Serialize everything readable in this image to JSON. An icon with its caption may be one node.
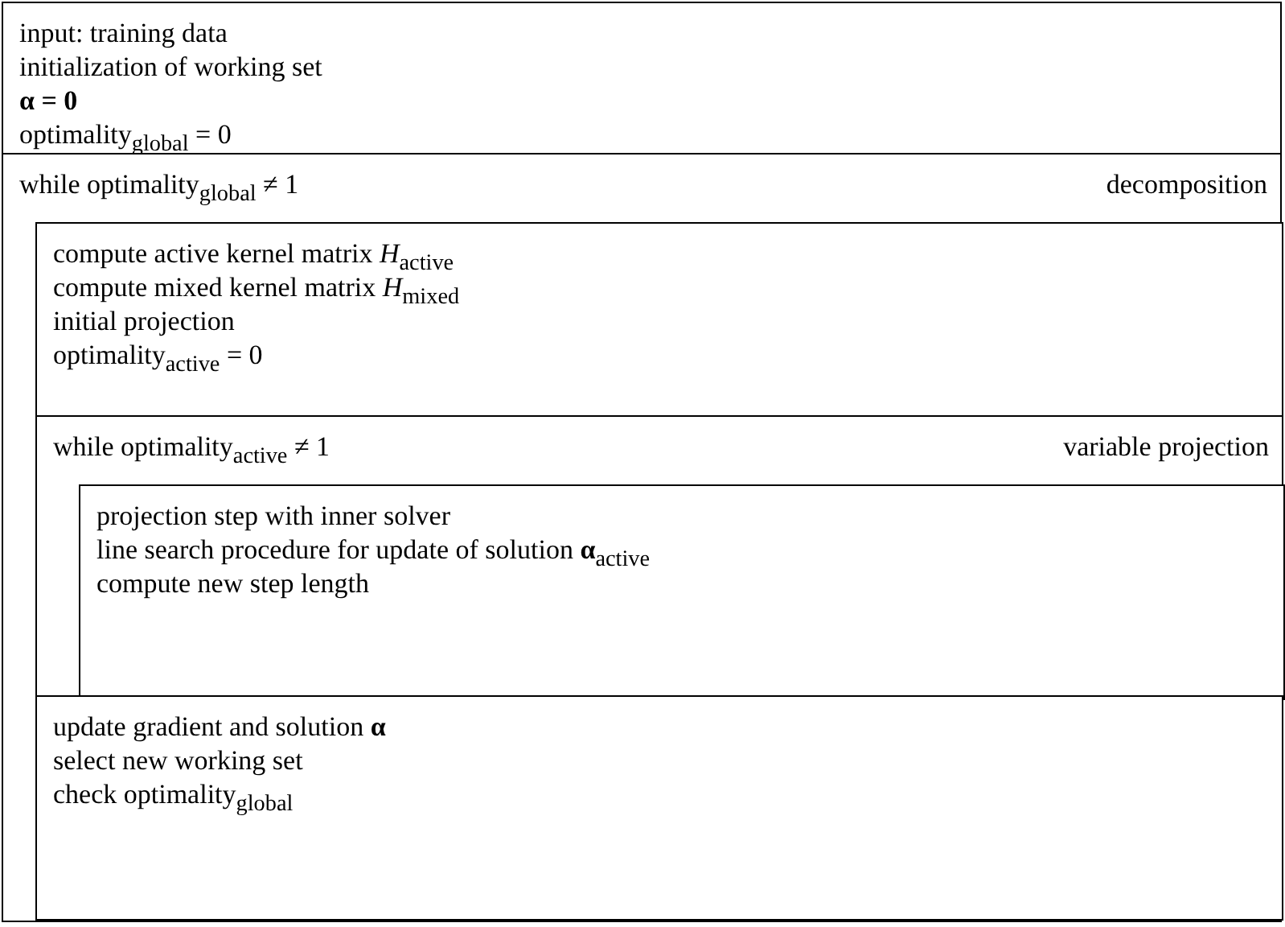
{
  "diagram": {
    "nodes": [
      {
        "text": [
          "input: training data",
          "initialization of working set",
          "**α = 0**",
          "optimality$_{global}$ = 0"
        ]
      },
      {
        "text": [
          "while optimality$_{global}$ ≠ 1",
          "decomposition"
        ]
      },
      {
        "text": [
          "compute active kernel matrix *H*$_{active}$",
          "compute mixed kernel matrix *H*$_{mixed}$",
          "initial projection",
          "optimality$_{active}$ = 0"
        ],
        "in": 1
      },
      {
        "text": [
          "while optimality$_{active}$ ≠ 1",
          "variable projection"
        ],
        "in": 1
      },
      {
        "text": [
          "projection step with inner solver",
          "line search procedure for update of solution **α**$_{active}$",
          "compute new step length"
        ],
        "in": 3
      },
      {
        "text": [
          "update gradient and solution **α**",
          "select new working set",
          "check optimality$_{global}$"
        ],
        "in": 1
      }
    ]
  }
}
